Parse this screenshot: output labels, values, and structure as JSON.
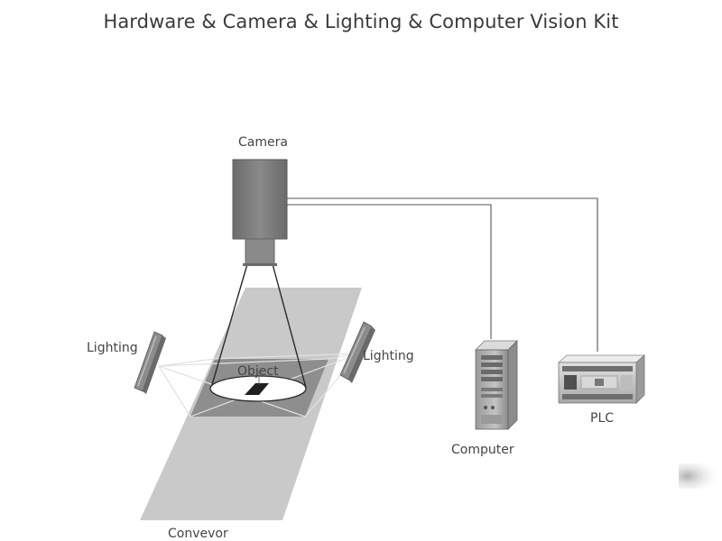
{
  "title": "Hardware & Camera & Lighting & Computer  Vision Kit",
  "labels": {
    "camera": "Camera",
    "lighting_left": "Lighting",
    "lighting_right": "Lighting",
    "object": "Object",
    "computer": "Computer",
    "plc": "PLC",
    "conveyor": "Convevor"
  },
  "colors": {
    "camera_body": "#7a7a7a",
    "conveyor": "#c8c8c8",
    "inspection_zone": "#8e8e8e",
    "wire": "#555555"
  }
}
